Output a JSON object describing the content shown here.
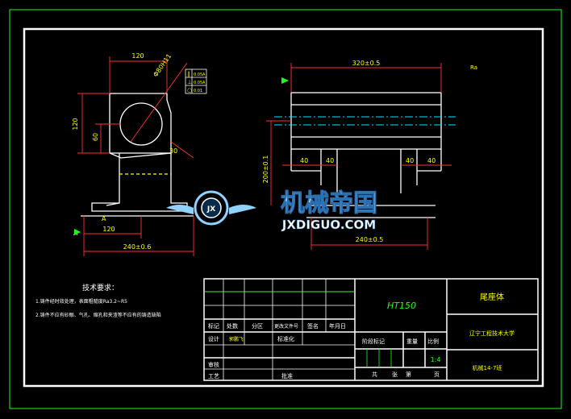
{
  "colors": {
    "background": "#000000",
    "outline": "#ffffff",
    "dimension": "#ff3030",
    "text_yellow": "#ffff00",
    "text_green": "#00ff66",
    "center_line": "#00e5ff",
    "watermark": "#8fd1ff"
  },
  "watermark": {
    "cn": "机械帝国",
    "en": "JXDIGUO.COM",
    "badge": "JX"
  },
  "left_view": {
    "dims": {
      "top_width": "120",
      "height_left": "120",
      "center_height": "60",
      "bore": "Φ80H11",
      "angle": "30",
      "bottom_short": "120",
      "bottom_overall": "240±0.6",
      "datum": "A",
      "small_a": "A"
    },
    "tolerance": [
      {
        "sym": "∥",
        "val": "0.05",
        "ref": "A"
      },
      {
        "sym": "⊥",
        "val": "0.05",
        "ref": "A"
      },
      {
        "sym": "○",
        "val": "0.01",
        "ref": ""
      }
    ]
  },
  "right_view": {
    "dims": {
      "top_length": "320±0.5",
      "height": "200±0.1",
      "d40a": "40",
      "d40b": "40",
      "d40c": "40",
      "d40d": "40",
      "base_length": "240±0.5",
      "roughness": "Ra"
    }
  },
  "tech_req": {
    "title": "技术要求：",
    "line1": "1.铸件经时效处理，表面粗糙度Ra3.2~R5",
    "line2": "2.铸件不应有砂眼、气孔、缩孔和夹渣等不应有的铸造缺陷"
  },
  "title_block": {
    "material": "HT150",
    "part_name": "尾座体",
    "school": "辽宁工程技术大学",
    "drawing_no": "机械14-7班",
    "scale_value": "1:4",
    "labels": {
      "mark": "标记",
      "count": "处数",
      "zone": "分区",
      "change_doc": "更改文件号",
      "sign": "签名",
      "date": "年月日",
      "design": "设计",
      "designer": "郭鹏飞",
      "standardize": "标准化",
      "stage_mark": "阶段标记",
      "weight": "重量",
      "scale": "比例",
      "review": "审核",
      "process": "工艺",
      "approve": "批准",
      "total": "共",
      "sheet": "张",
      "page": "第",
      "page2": "页"
    }
  }
}
